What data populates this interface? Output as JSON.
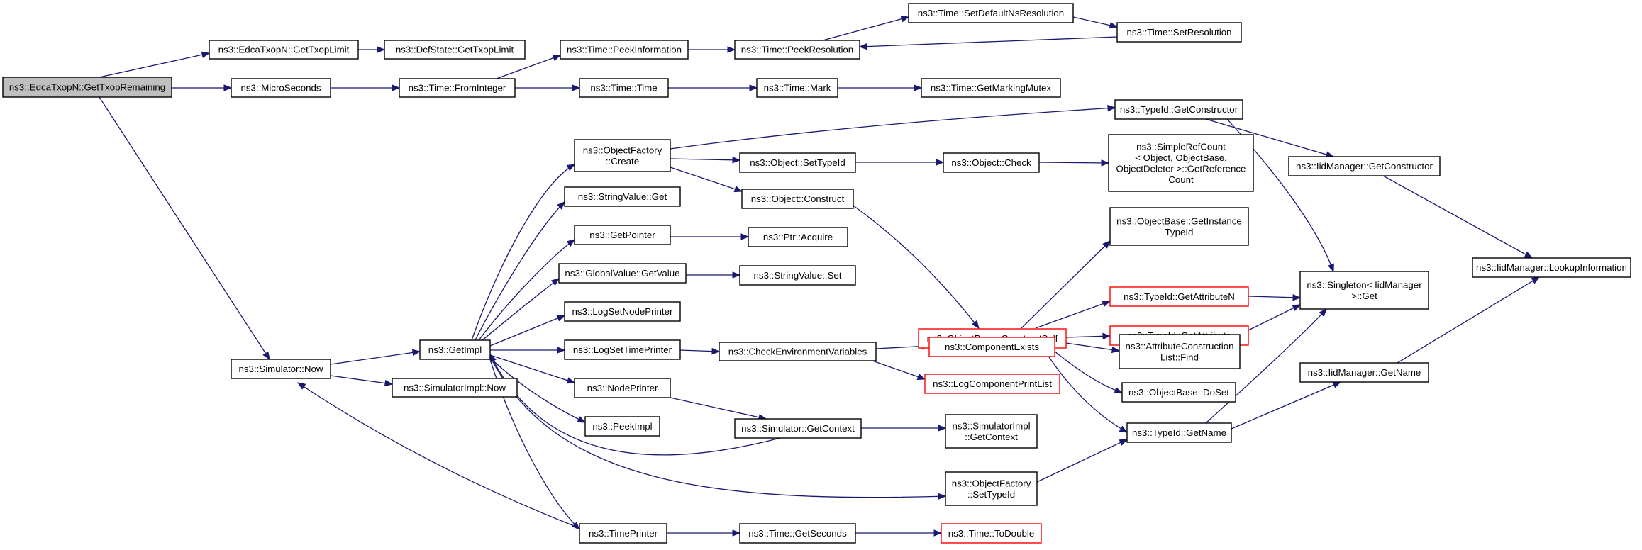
{
  "graph": {
    "title": "",
    "colors": {
      "edge": "#191970",
      "node_border": "#000000",
      "highlight_border": "#ff0000",
      "root_fill": "#bfbfbf",
      "background": "#ffffff"
    },
    "nodes": [
      {
        "id": "root",
        "lines": [
          "ns3::EdcaTxopN::GetTxopRemaining"
        ],
        "root": true
      },
      {
        "id": "edca_limit",
        "lines": [
          "ns3::EdcaTxopN::GetTxopLimit"
        ]
      },
      {
        "id": "dcf_limit",
        "lines": [
          "ns3::DcfState::GetTxopLimit"
        ]
      },
      {
        "id": "micro",
        "lines": [
          "ns3::MicroSeconds"
        ]
      },
      {
        "id": "from_int",
        "lines": [
          "ns3::Time::FromInteger"
        ]
      },
      {
        "id": "peek_info",
        "lines": [
          "ns3::Time::PeekInformation"
        ]
      },
      {
        "id": "peek_res",
        "lines": [
          "ns3::Time::PeekResolution"
        ]
      },
      {
        "id": "set_default",
        "lines": [
          "ns3::Time::SetDefaultNsResolution"
        ]
      },
      {
        "id": "set_res",
        "lines": [
          "ns3::Time::SetResolution"
        ]
      },
      {
        "id": "time_time",
        "lines": [
          "ns3::Time::Time"
        ]
      },
      {
        "id": "time_mark",
        "lines": [
          "ns3::Time::Mark"
        ]
      },
      {
        "id": "marking",
        "lines": [
          "ns3::Time::GetMarkingMutex"
        ]
      },
      {
        "id": "sim_now",
        "lines": [
          "ns3::Simulator::Now"
        ]
      },
      {
        "id": "getimpl",
        "lines": [
          "ns3::GetImpl"
        ]
      },
      {
        "id": "simimpl_now",
        "lines": [
          "ns3::SimulatorImpl::Now"
        ]
      },
      {
        "id": "of_create",
        "lines": [
          "ns3::ObjectFactory",
          "::Create"
        ]
      },
      {
        "id": "sv_get",
        "lines": [
          "ns3::StringValue::Get"
        ]
      },
      {
        "id": "getpointer",
        "lines": [
          "ns3::GetPointer"
        ]
      },
      {
        "id": "gv_getvalue",
        "lines": [
          "ns3::GlobalValue::GetValue"
        ]
      },
      {
        "id": "log_node",
        "lines": [
          "ns3::LogSetNodePrinter"
        ]
      },
      {
        "id": "log_time",
        "lines": [
          "ns3::LogSetTimePrinter"
        ]
      },
      {
        "id": "nodeprinter",
        "lines": [
          "ns3::NodePrinter"
        ]
      },
      {
        "id": "peekimpl",
        "lines": [
          "ns3::PeekImpl"
        ]
      },
      {
        "id": "timeprinter",
        "lines": [
          "ns3::TimePrinter"
        ]
      },
      {
        "id": "obj_settid",
        "lines": [
          "ns3::Object::SetTypeId"
        ]
      },
      {
        "id": "obj_construct",
        "lines": [
          "ns3::Object::Construct"
        ]
      },
      {
        "id": "ptr_acquire",
        "lines": [
          "ns3::Ptr::Acquire"
        ]
      },
      {
        "id": "sv_set",
        "lines": [
          "ns3::StringValue::Set"
        ]
      },
      {
        "id": "check_env",
        "lines": [
          "ns3::CheckEnvironmentVariables"
        ]
      },
      {
        "id": "sim_getctx",
        "lines": [
          "ns3::Simulator::GetContext"
        ]
      },
      {
        "id": "time_getsec",
        "lines": [
          "ns3::Time::GetSeconds"
        ]
      },
      {
        "id": "tid_getctor",
        "lines": [
          "ns3::TypeId::GetConstructor"
        ]
      },
      {
        "id": "obj_check",
        "lines": [
          "ns3::Object::Check"
        ]
      },
      {
        "id": "simple_ref",
        "lines": [
          "ns3::SimpleRefCount",
          "< Object, ObjectBase,",
          " ObjectDeleter >::GetReference",
          "Count"
        ]
      },
      {
        "id": "ob_getinst",
        "lines": [
          "ns3::ObjectBase::GetInstance",
          "TypeId"
        ]
      },
      {
        "id": "ob_constructself",
        "lines": [
          "ns3::ObjectBase::ConstructSelf"
        ],
        "red": true
      },
      {
        "id": "comp_exists",
        "lines": [
          "ns3::ComponentExists"
        ],
        "red": true
      },
      {
        "id": "log_comp",
        "lines": [
          "ns3::LogComponentPrintList"
        ],
        "red": true
      },
      {
        "id": "simimpl_getctx",
        "lines": [
          "ns3::SimulatorImpl",
          "::GetContext"
        ]
      },
      {
        "id": "of_settid",
        "lines": [
          "ns3::ObjectFactory",
          "::SetTypeId"
        ]
      },
      {
        "id": "tid_getattrn",
        "lines": [
          "ns3::TypeId::GetAttributeN"
        ],
        "red": true
      },
      {
        "id": "tid_getattr",
        "lines": [
          "ns3::TypeId::GetAttribute"
        ],
        "red": true
      },
      {
        "id": "acl_find",
        "lines": [
          "ns3::AttributeConstruction",
          "List::Find"
        ]
      },
      {
        "id": "ob_doset",
        "lines": [
          "ns3::ObjectBase::DoSet"
        ]
      },
      {
        "id": "tid_getname",
        "lines": [
          "ns3::TypeId::GetName"
        ]
      },
      {
        "id": "time_todouble",
        "lines": [
          "ns3::Time::ToDouble"
        ],
        "red": true
      },
      {
        "id": "iid_getctor",
        "lines": [
          "ns3::IidManager::GetConstructor"
        ]
      },
      {
        "id": "singleton",
        "lines": [
          "ns3::Singleton< IidManager",
          " >::Get"
        ]
      },
      {
        "id": "iid_getname",
        "lines": [
          "ns3::IidManager::GetName"
        ]
      },
      {
        "id": "iid_lookup",
        "lines": [
          "ns3::IidManager::LookupInformation"
        ]
      }
    ]
  }
}
